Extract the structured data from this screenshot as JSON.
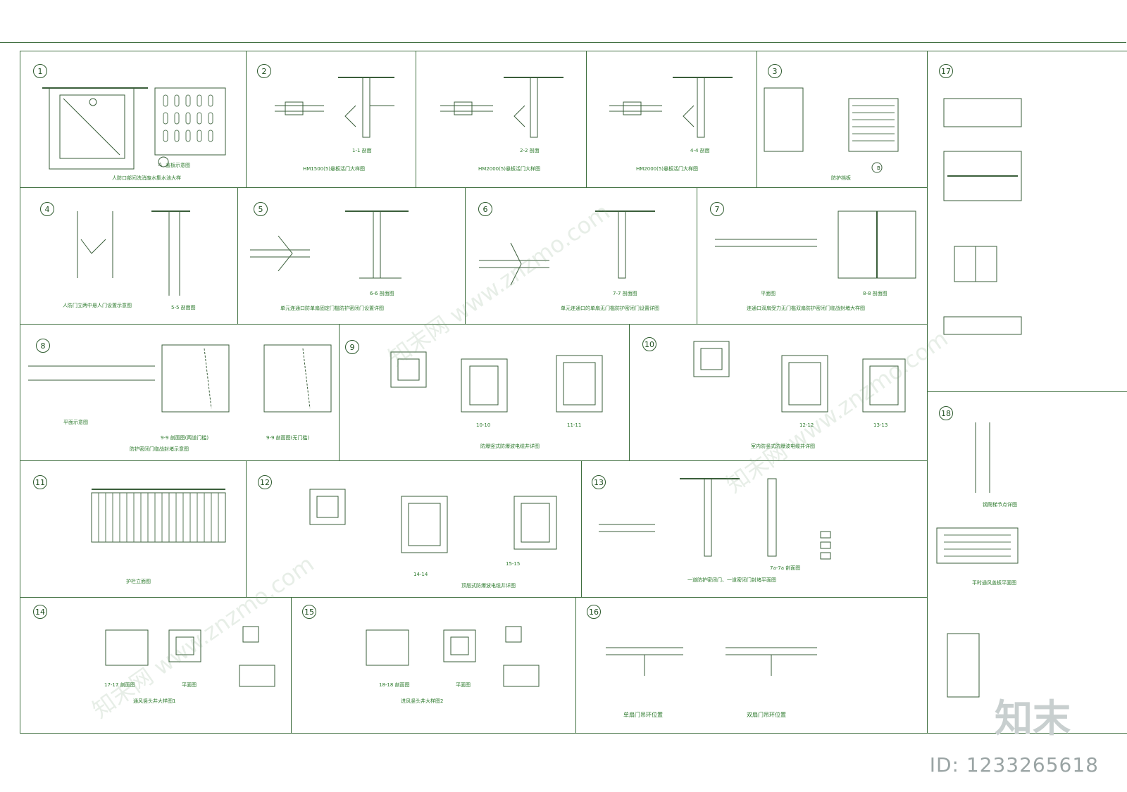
{
  "sheet": {
    "id_label": "ID: 1233265618",
    "logo_text": "知末",
    "watermark_text": "知末网 www.znzmo.com",
    "line_color": "#3f6f3f",
    "caption_color": "#2c7a2c"
  },
  "panels": [
    {
      "num": "1",
      "caption": "人防口部间洗消废水集水池大样"
    },
    {
      "num": "2",
      "caption": "HM1500(5)悬板活门大样图"
    },
    {
      "num": "",
      "caption": "HM2000(5)悬板活门大样图"
    },
    {
      "num": "",
      "caption": "HM2000(5)悬板活门大样图"
    },
    {
      "num": "3",
      "caption": "防护挡板"
    },
    {
      "num": "17",
      "caption": ""
    },
    {
      "num": "4",
      "caption": "人防门立两中悬人门设置示意图"
    },
    {
      "num": "5",
      "caption": "单元连通口防单扇固定门槛防护密闭门设置详图"
    },
    {
      "num": "6",
      "caption": "单元连通口的单扇无门槛防护密闭门设置详图"
    },
    {
      "num": "7",
      "caption": "连通口双扇受力无门槛双扇防护密闭门临战封堵大样图"
    },
    {
      "num": "8",
      "caption": "防护密闭门临战封堵示意图"
    },
    {
      "num": "9",
      "caption": "防爆竖式防爆波电缆井详图"
    },
    {
      "num": "10",
      "caption": "室内防竖式防爆波电缆井详图"
    },
    {
      "num": "18",
      "caption": ""
    },
    {
      "num": "11",
      "caption": "护栏立面图"
    },
    {
      "num": "12",
      "caption": "顶层式防爆波电缆井详图"
    },
    {
      "num": "13",
      "caption": "一道防护密闭门、一道密闭门封堵平面图"
    },
    {
      "num": "14",
      "caption": "通风竖头井大样图1"
    },
    {
      "num": "15",
      "caption": "进风竖头井大样图2"
    },
    {
      "num": "16",
      "caption": ""
    }
  ],
  "sub_captions": {
    "s1a": "盖板示意图",
    "s1b": "A",
    "s2a": "1-1 剖面",
    "s2b": "2-2 剖面",
    "s2c": "4-4 剖面",
    "s3": "B",
    "s4": "5-5 剖面图",
    "s5": "6-6 剖面图",
    "s6": "7-7 剖面图",
    "s7a": "平面图",
    "s7b": "8-8 剖面图",
    "s8a": "平面示意图",
    "s8b": "9-9 剖面图(两道门槛)",
    "s8c": "9-9 剖面图(无门槛)",
    "s9a": "10-10",
    "s9b": "11-11",
    "s10a": "12-12",
    "s10b": "13-13",
    "s12a": "14-14",
    "s12b": "15-15",
    "s13": "7a-7a 剖面图",
    "s14a": "17-17 剖面图",
    "s14b": "平面图",
    "s15a": "18-18 剖面图",
    "s15b": "平面图",
    "s16a": "单扇门吊环位置",
    "s16b": "双扇门吊环位置",
    "s17": "钢爬梯节点详图",
    "s18": "平时通风盖板平面图"
  }
}
